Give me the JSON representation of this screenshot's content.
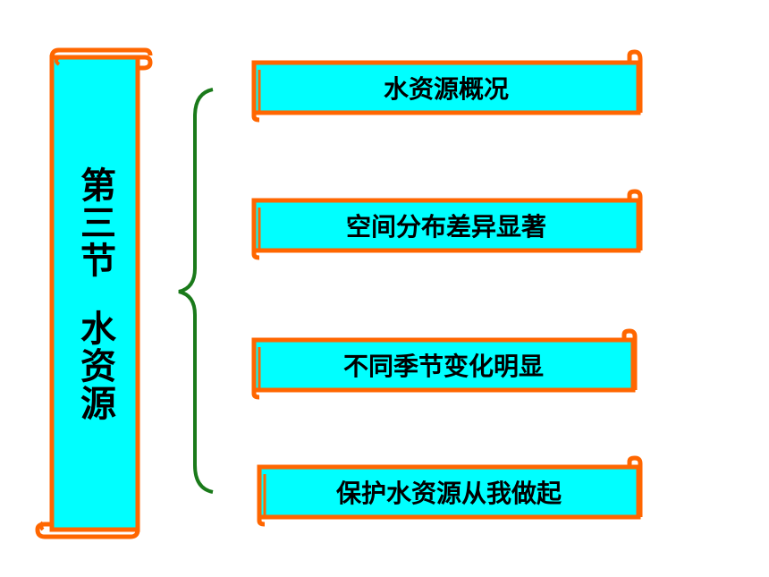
{
  "title": {
    "part1": "第三节",
    "part2": "水资源"
  },
  "items": [
    {
      "label": "水资源概况"
    },
    {
      "label": "空间分布差异显著"
    },
    {
      "label": "不同季节变化明显"
    },
    {
      "label": "保护水资源从我做起"
    }
  ],
  "colors": {
    "fill": "#00FFFF",
    "border": "#FF6600",
    "brace": "#1A7A1A"
  }
}
